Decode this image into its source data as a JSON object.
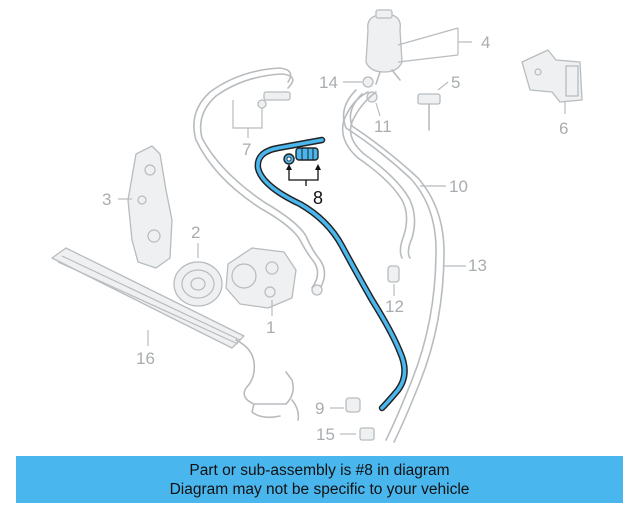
{
  "callouts": {
    "c1": "1",
    "c2": "2",
    "c3": "3",
    "c4": "4",
    "c5": "5",
    "c6": "6",
    "c7": "7",
    "c8": "8",
    "c9": "9",
    "c10": "10",
    "c11": "11",
    "c12": "12",
    "c13": "13",
    "c14": "14",
    "c15": "15",
    "c16": "16"
  },
  "highlight_color": "#4ab6ee",
  "banner": {
    "line1": "Part or sub-assembly is #8 in diagram",
    "line2": "Diagram may not be specific to your vehicle",
    "background": "#4ab6ee"
  }
}
